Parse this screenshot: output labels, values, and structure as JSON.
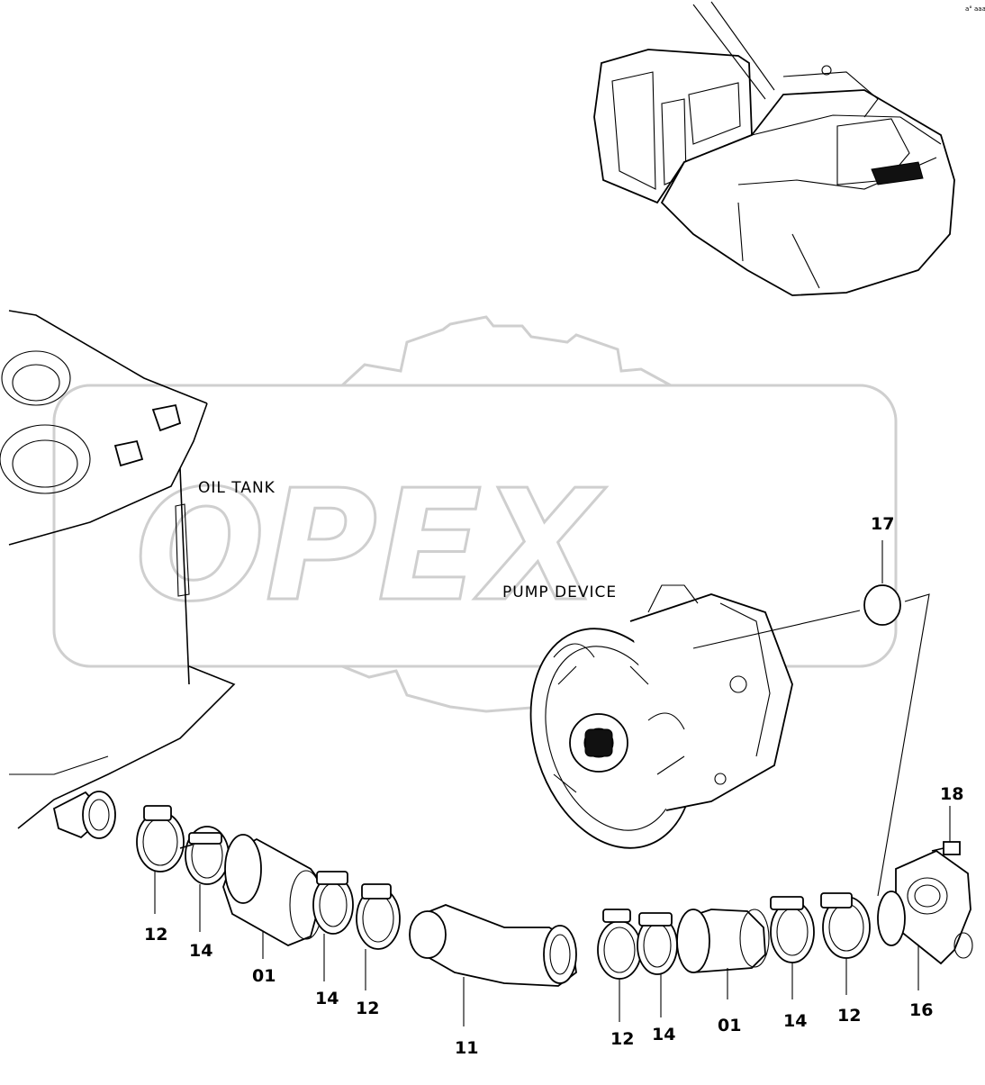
{
  "corner_code": "a° aaa",
  "watermark": "OPEX",
  "labels": {
    "oil_tank": "OIL TANK",
    "pump_device": "PUMP DEVICE"
  },
  "part_numbers": {
    "p17": "17",
    "p18": "18",
    "p12a": "12",
    "p14a": "14",
    "p01a": "01",
    "p14b": "14",
    "p12b": "12",
    "p11": "11",
    "p12c": "12",
    "p14c": "14",
    "p01b": "01",
    "p14d": "14",
    "p12d": "12",
    "p16": "16"
  }
}
